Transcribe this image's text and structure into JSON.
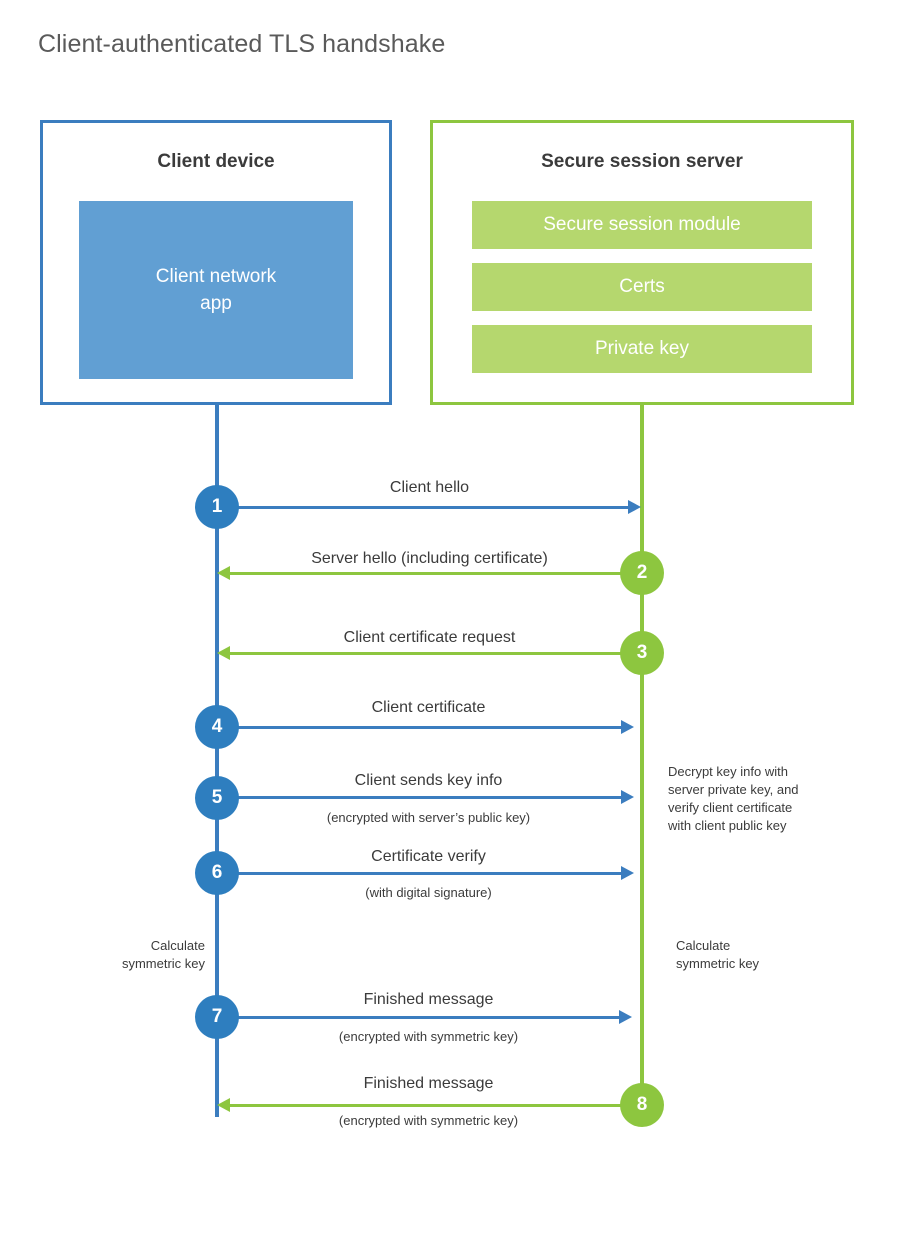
{
  "title": "Client-authenticated TLS handshake",
  "colors": {
    "client_border": "#3B7DBF",
    "client_app_fill": "#619FD3",
    "client_circle": "#2E7EBF",
    "server_border": "#8DC63F",
    "server_bar_fill": "#B5D76E",
    "server_circle": "#8DC63F",
    "text": "#3b3b3b",
    "title_text": "#5a5a5a",
    "background": "#ffffff"
  },
  "actors": {
    "client": {
      "title": "Client device",
      "app_label": "Client network\napp"
    },
    "server": {
      "title": "Secure session server",
      "components": [
        "Secure session module",
        "Certs",
        "Private key"
      ]
    }
  },
  "steps": [
    {
      "number": "1",
      "label": "Client hello",
      "sublabel": "",
      "direction": "client-to-server",
      "color": "blue"
    },
    {
      "number": "2",
      "label": "Server hello (including certificate)",
      "sublabel": "",
      "direction": "server-to-client",
      "color": "green"
    },
    {
      "number": "3",
      "label": "Client certificate request",
      "sublabel": "",
      "direction": "server-to-client",
      "color": "green"
    },
    {
      "number": "4",
      "label": "Client certificate",
      "sublabel": "",
      "direction": "client-to-server",
      "color": "blue"
    },
    {
      "number": "5",
      "label": "Client sends key info",
      "sublabel": "(encrypted with server’s public key)",
      "direction": "client-to-server",
      "color": "blue"
    },
    {
      "number": "6",
      "label": "Certificate verify",
      "sublabel": "(with digital signature)",
      "direction": "client-to-server",
      "color": "blue"
    },
    {
      "number": "7",
      "label": "Finished message",
      "sublabel": "(encrypted with symmetric key)",
      "direction": "client-to-server",
      "color": "blue"
    },
    {
      "number": "8",
      "label": "Finished message",
      "sublabel": "(encrypted with symmetric key)",
      "direction": "server-to-client",
      "color": "green"
    }
  ],
  "annotations": {
    "server_decrypt": "Decrypt key info with\nserver private key, and\nverify client certificate\nwith client public key",
    "client_calculate": "Calculate\nsymmetric key",
    "server_calculate": "Calculate\nsymmetric key"
  }
}
